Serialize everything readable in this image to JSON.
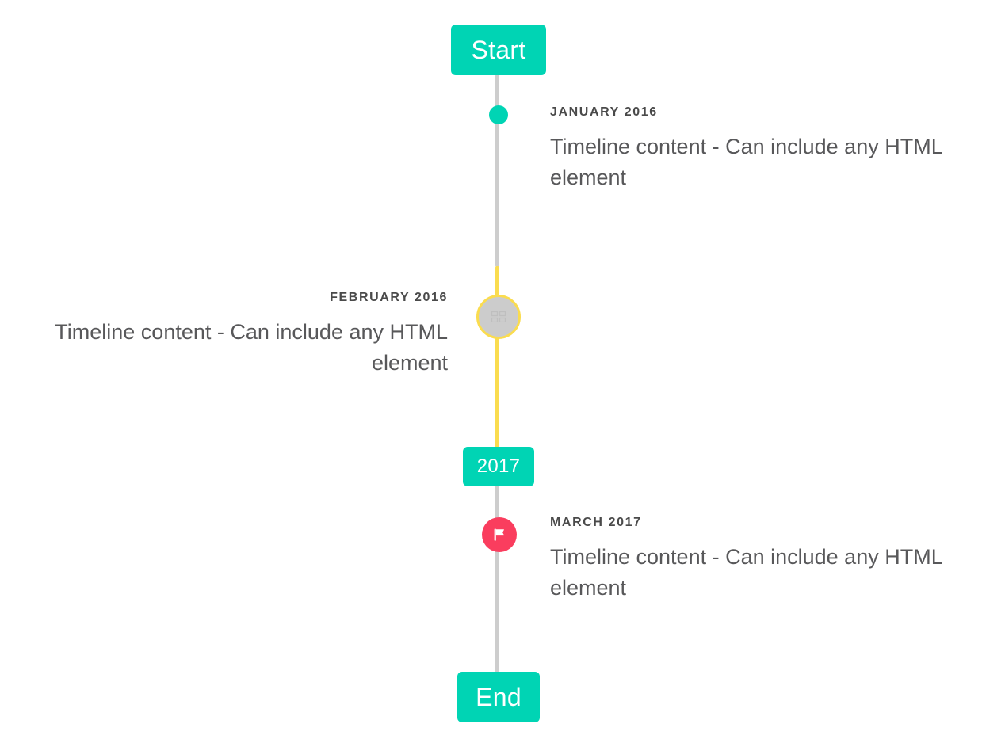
{
  "timeline": {
    "start_label": "Start",
    "middle_label": "2017",
    "end_label": "End",
    "entries": [
      {
        "date": "JANUARY 2016",
        "content": "Timeline content - Can include any HTML element",
        "side": "right",
        "marker": "dot",
        "marker_color": "#00d4b4"
      },
      {
        "date": "FEBRUARY 2016",
        "content": "Timeline content - Can include any HTML element",
        "side": "left",
        "marker": "image-placeholder",
        "marker_color": "#cccccc",
        "marker_border_color": "#fadc4f"
      },
      {
        "date": "MARCH 2017",
        "content": "Timeline content - Can include any HTML element",
        "side": "right",
        "marker": "flag-icon",
        "marker_color": "#fa3d5e"
      }
    ]
  },
  "colors": {
    "accent_teal": "#00d4b4",
    "line_grey": "#cdcdcd",
    "line_yellow": "#fadc4f",
    "flag_pink": "#fa3d5e",
    "text_dark": "#4a4a4a",
    "text_body": "#58585a"
  }
}
